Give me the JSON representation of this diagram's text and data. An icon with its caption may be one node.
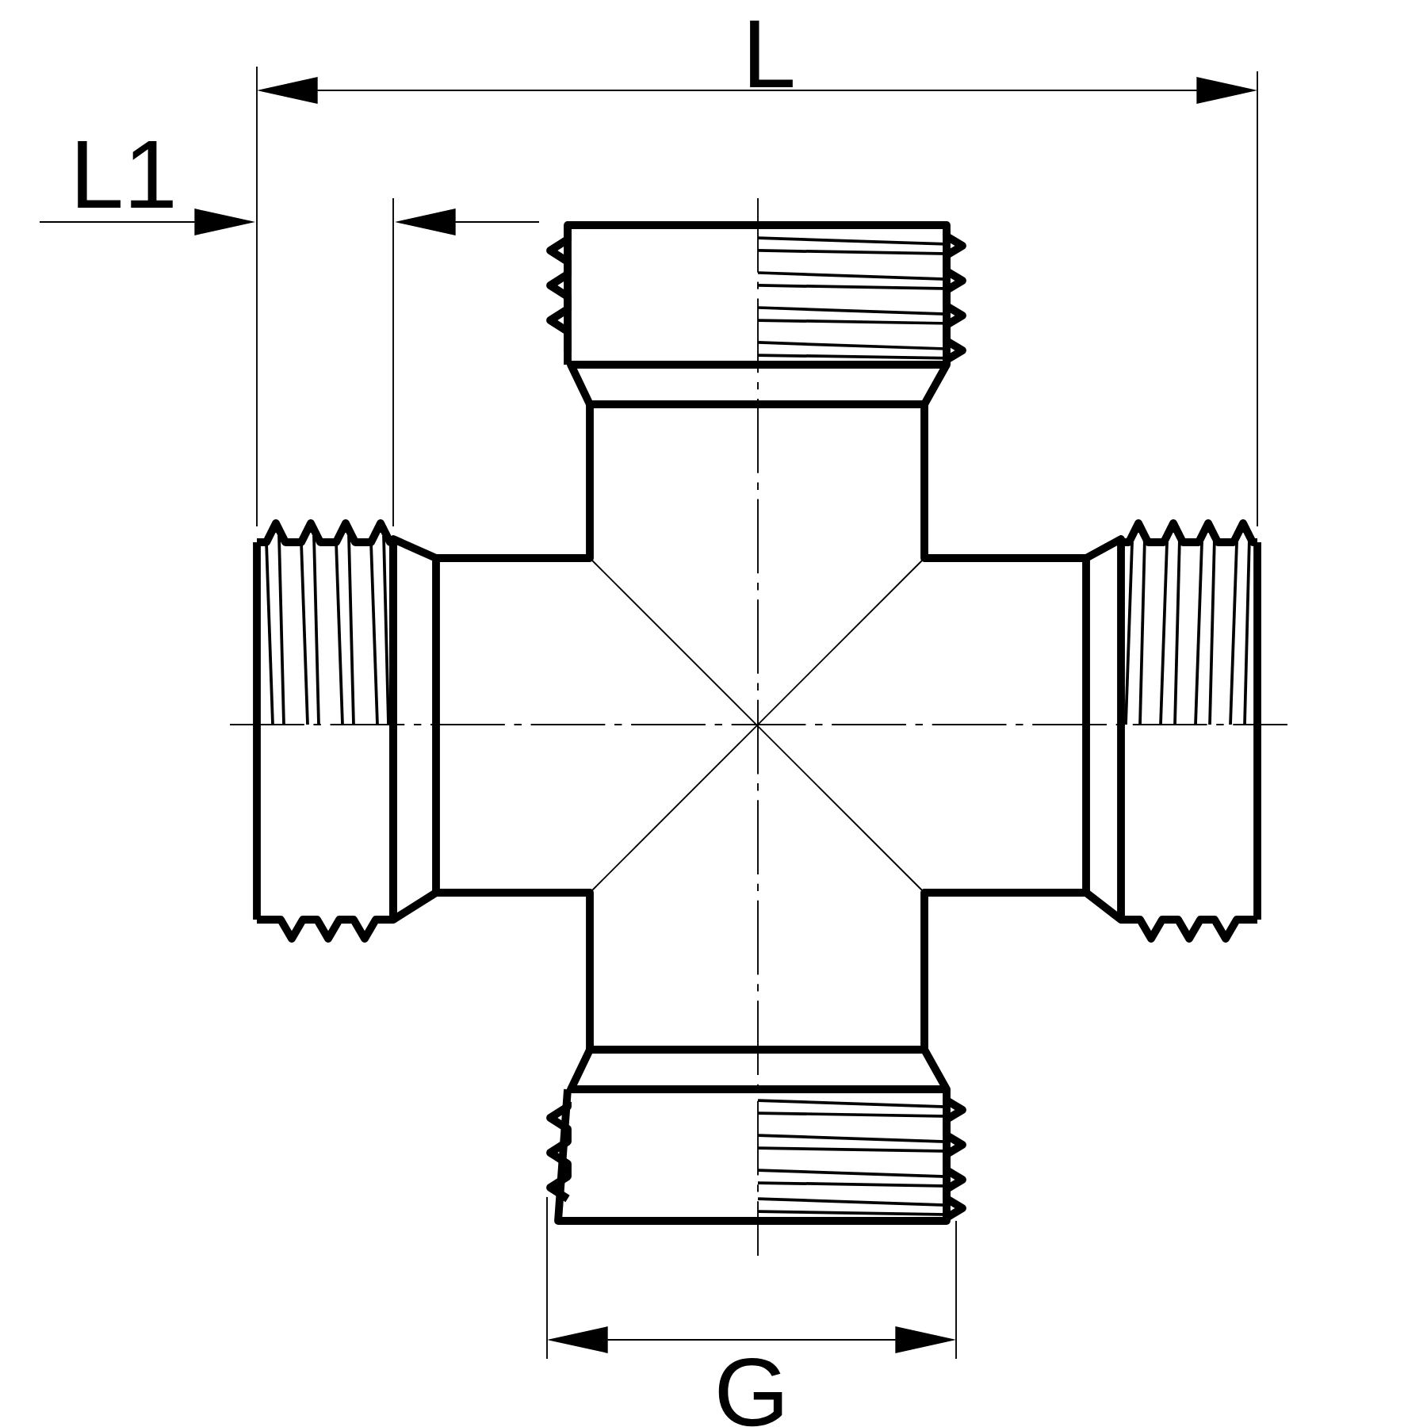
{
  "diagram": {
    "labels": [
      "L",
      "L1",
      "G"
    ]
  }
}
